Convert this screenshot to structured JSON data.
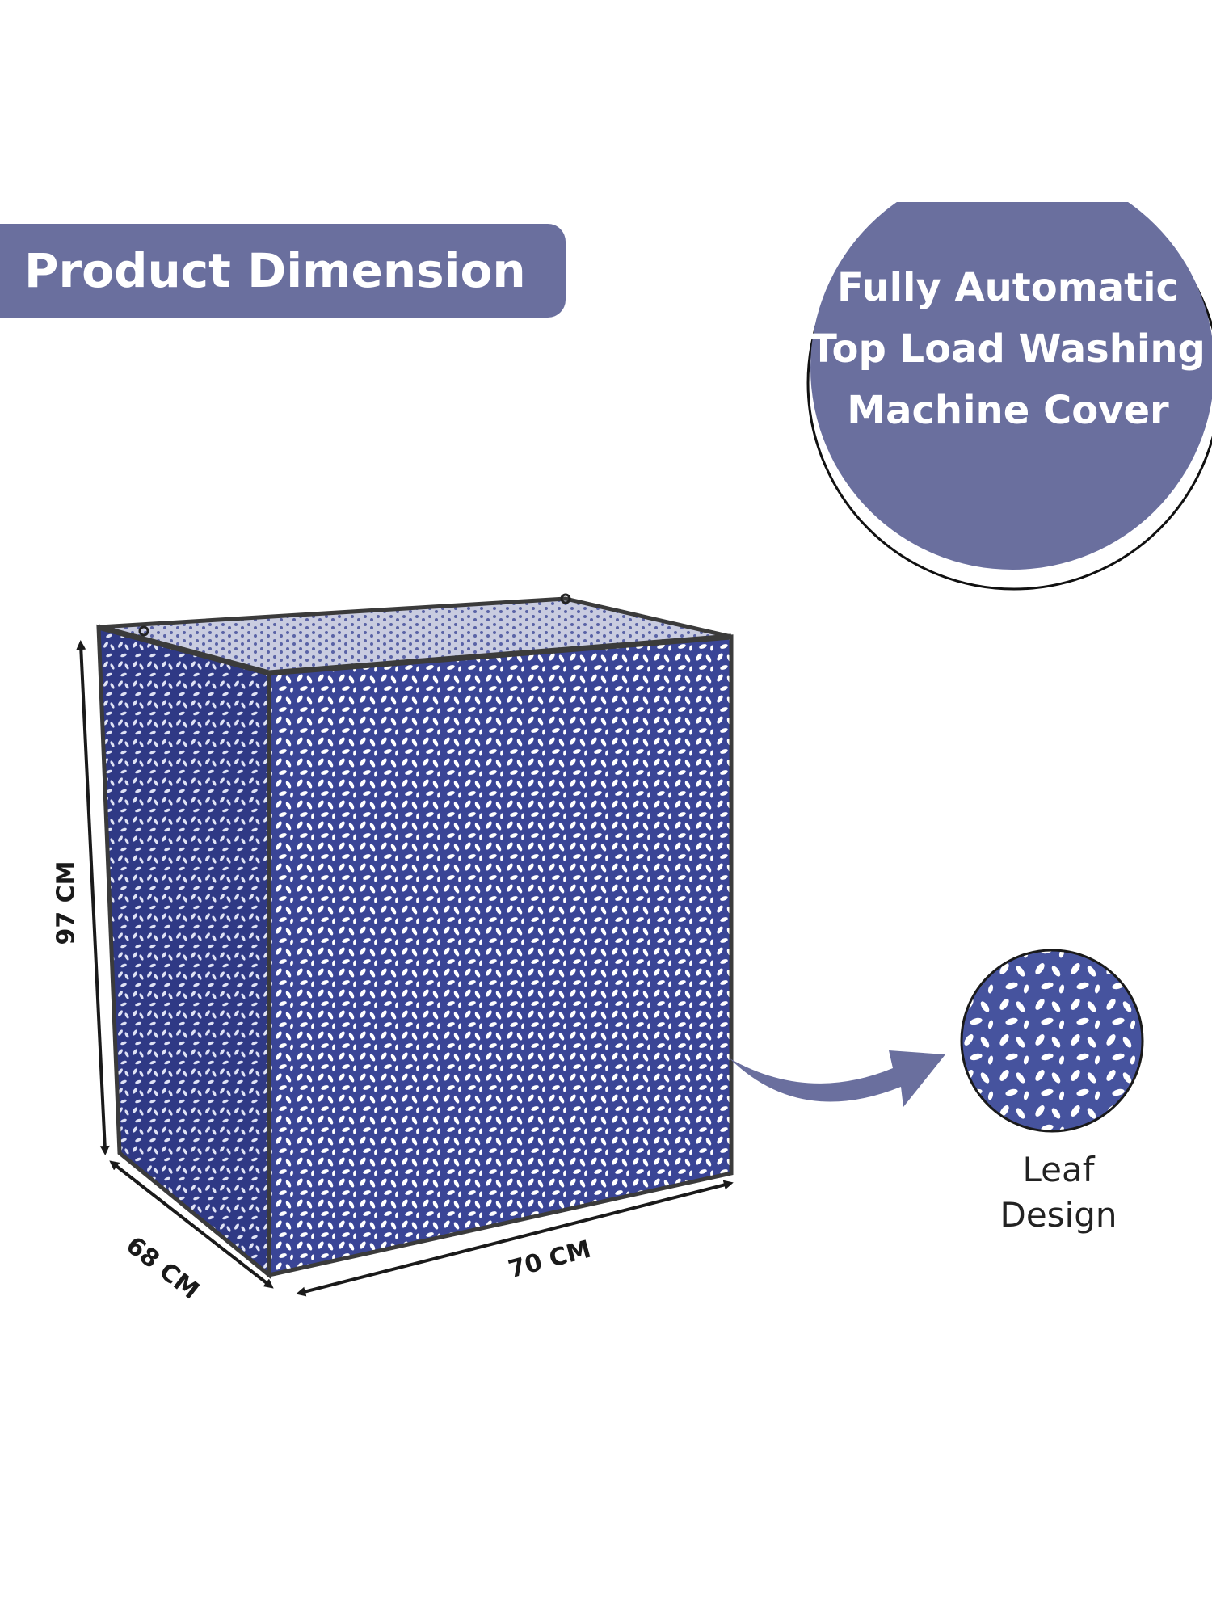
{
  "banner": {
    "title": "Product Dimension"
  },
  "badge": {
    "lines": [
      "Fully Automatic",
      "Top Load Washing",
      "Machine Cover"
    ]
  },
  "dimensions": {
    "height": "97 CM",
    "depth": "68 CM",
    "width": "70 CM"
  },
  "swatch": {
    "lines": [
      "Leaf",
      "Design"
    ]
  },
  "colors": {
    "accent": "#6a6f9e",
    "fabric": "#3a4596",
    "fabric_dark": "#2e3780",
    "leaf": "#ffffff",
    "outline": "#1a1a1a"
  }
}
